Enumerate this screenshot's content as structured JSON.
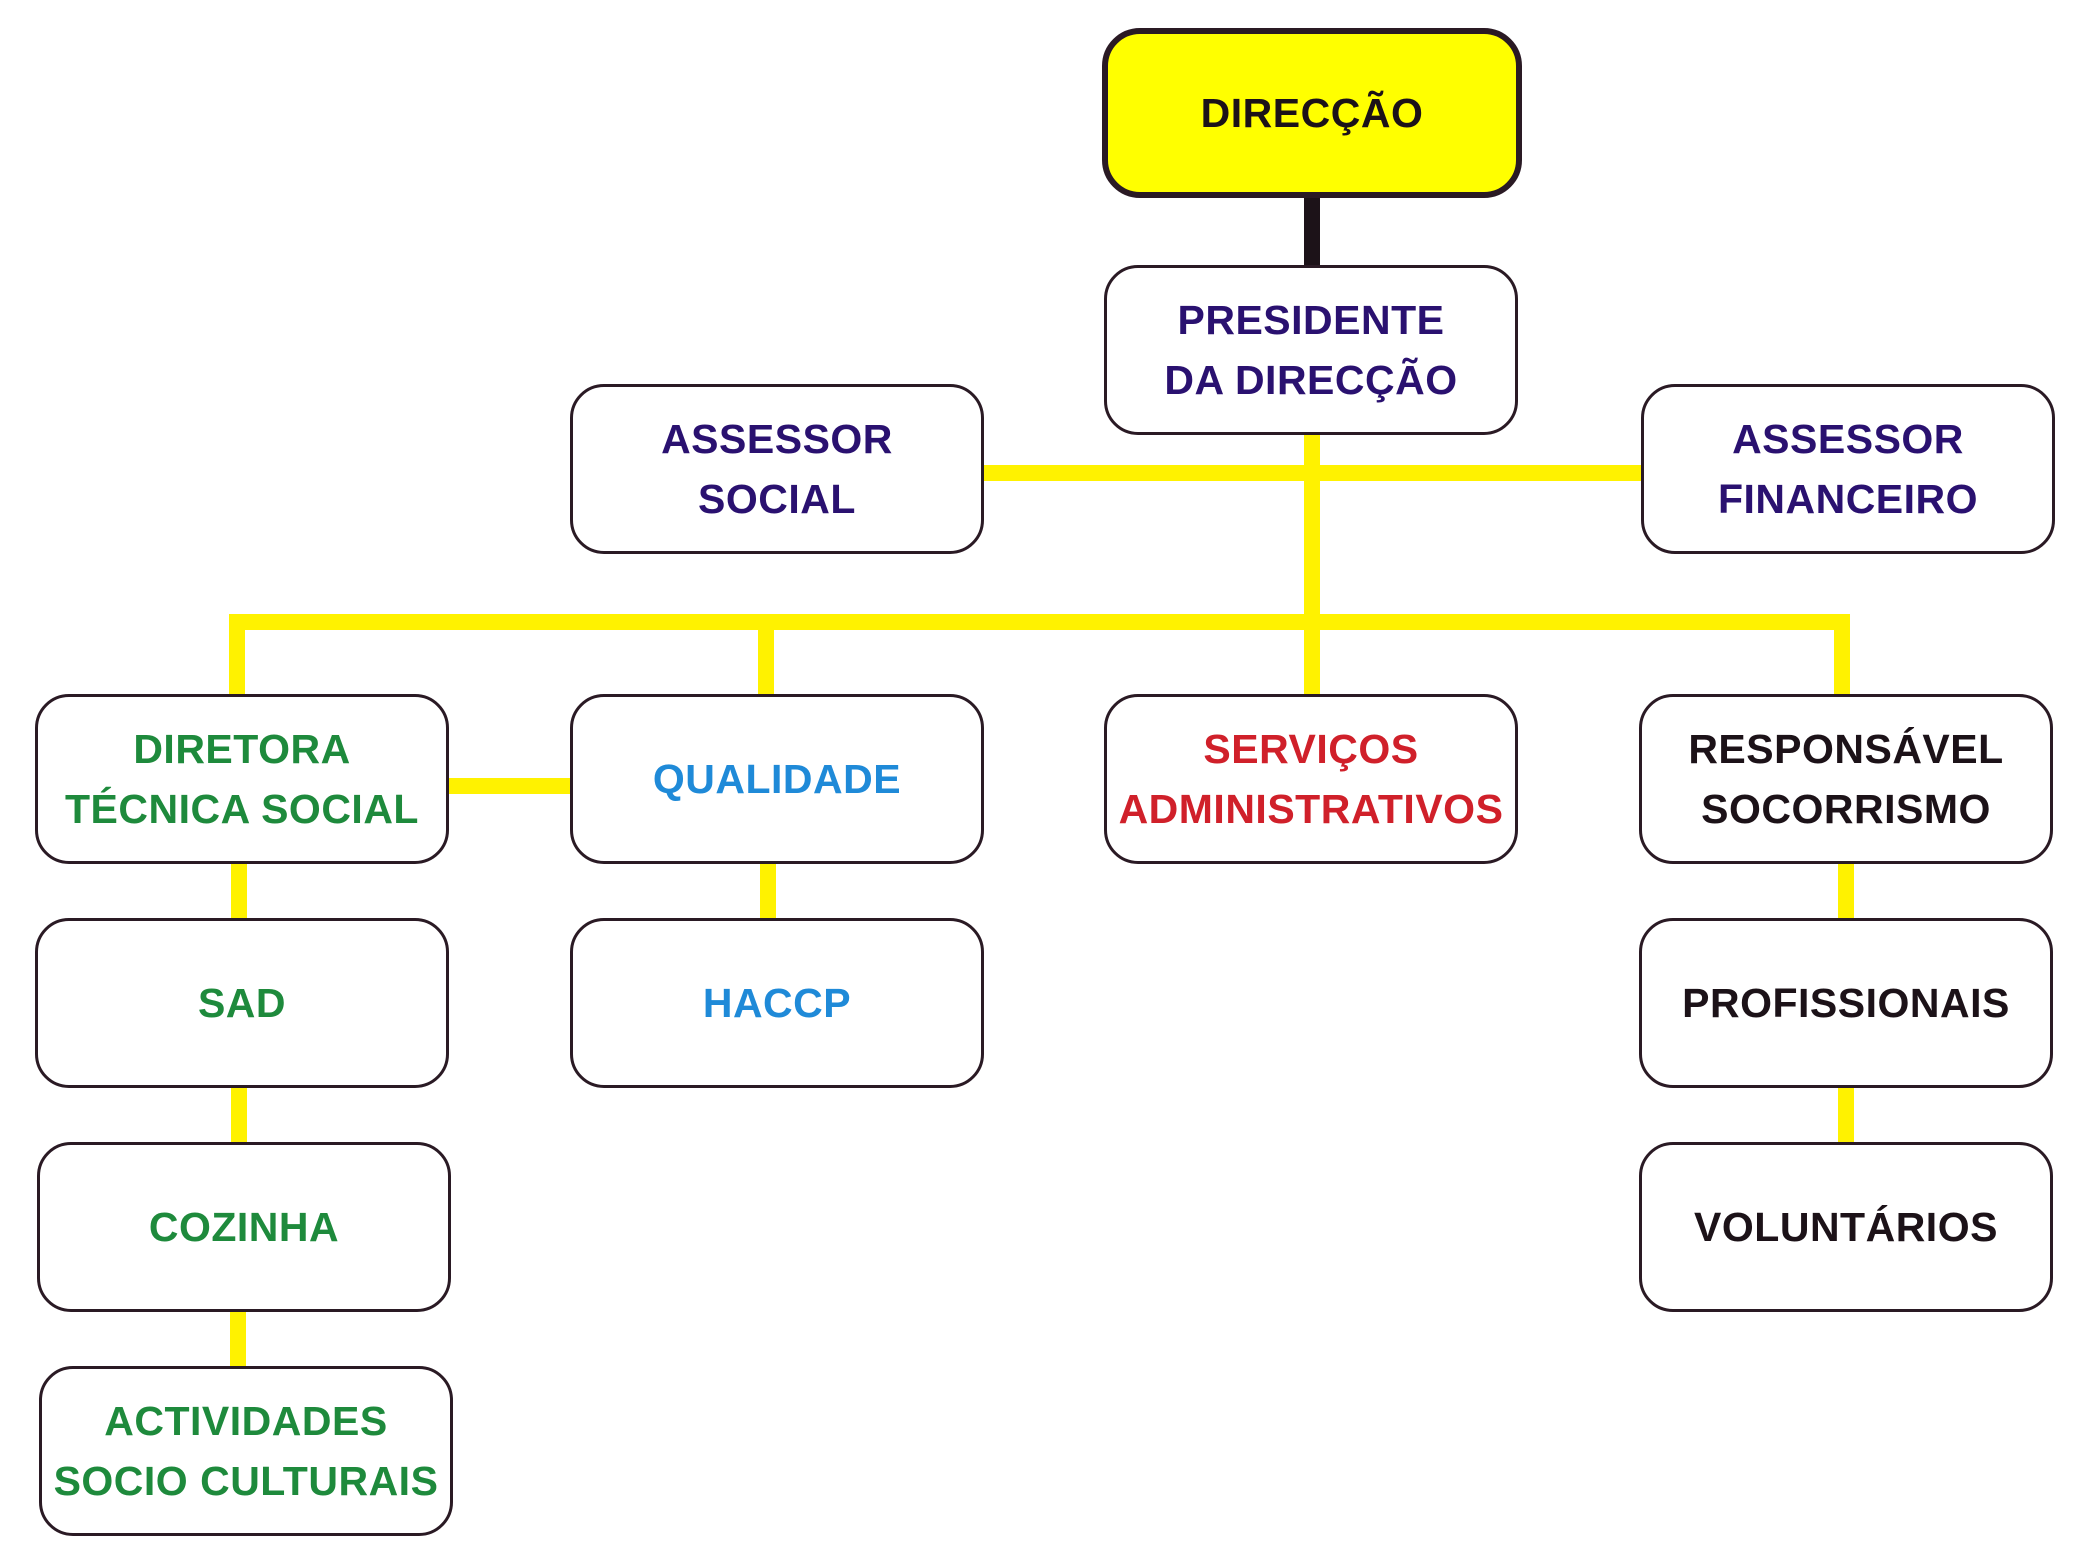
{
  "colors": {
    "connector": "#fff200",
    "top_connector": "#1c1218",
    "top_fill": "#ffff00",
    "border": "#2a1a24",
    "navy": "#2a1170",
    "green": "#1e8a3c",
    "blue": "#1f8ad8",
    "red": "#d0202a",
    "dark": "#1c1218"
  },
  "nodes": {
    "direccao": {
      "lines": [
        "DIRECÇÃO"
      ]
    },
    "presidente": {
      "lines": [
        "PRESIDENTE",
        "DA DIRECÇÃO"
      ]
    },
    "assessor_social": {
      "lines": [
        "ASSESSOR",
        "SOCIAL"
      ]
    },
    "assessor_financeiro": {
      "lines": [
        "ASSESSOR",
        "FINANCEIRO"
      ]
    },
    "diretora": {
      "lines": [
        "DIRETORA",
        "TÉCNICA SOCIAL"
      ]
    },
    "qualidade": {
      "lines": [
        "QUALIDADE"
      ]
    },
    "servicos": {
      "lines": [
        "SERVIÇOS",
        "ADMINISTRATIVOS"
      ]
    },
    "responsavel": {
      "lines": [
        "RESPONSÁVEL",
        "SOCORRISMO"
      ]
    },
    "sad": {
      "lines": [
        "SAD"
      ]
    },
    "haccp": {
      "lines": [
        "HACCP"
      ]
    },
    "profissionais": {
      "lines": [
        "PROFISSIONAIS"
      ]
    },
    "cozinha": {
      "lines": [
        "COZINHA"
      ]
    },
    "voluntarios": {
      "lines": [
        "VOLUNTÁRIOS"
      ]
    },
    "actividades": {
      "lines": [
        "ACTIVIDADES",
        "SOCIO CULTURAIS"
      ]
    }
  }
}
